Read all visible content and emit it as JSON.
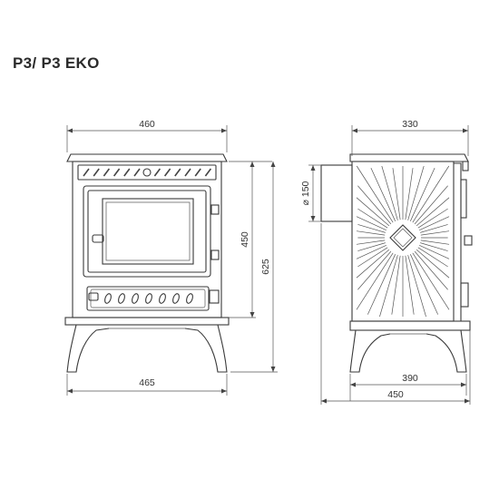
{
  "title": "P3/ P3 EKO",
  "front_view": {
    "top_width": "460",
    "total_width": "465",
    "body_height": "450",
    "total_height": "625"
  },
  "side_view": {
    "top_depth": "330",
    "flue_diameter": "⌀ 150",
    "legs_depth": "390",
    "total_depth": "450"
  },
  "colors": {
    "line": "#3a3a3a",
    "text": "#333333"
  }
}
